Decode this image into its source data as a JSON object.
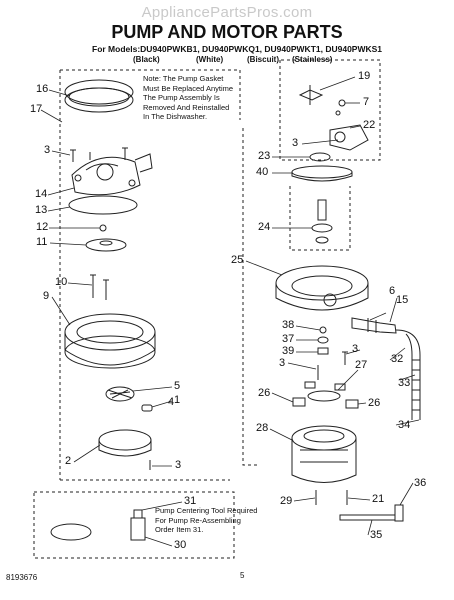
{
  "watermark": "AppliancePartsPros.com",
  "title": "PUMP AND MOTOR PARTS",
  "models": {
    "prefix": "For Models:",
    "list": "DU940PWKB1, DU940PWKQ1, DU940PWKT1, DU940PWKS1",
    "finishes": [
      "(Black)",
      "(White)",
      "(Biscuit)",
      "(Stainless)"
    ]
  },
  "notes": {
    "pump_gasket": "Note: The Pump Gasket\nMust Be Replaced Anytime\nThe Pump Assembly Is\nRemoved And Reinstalled\nIn The Dishwasher.",
    "centering_tool": "Pump Centering Tool Required\nFor Pump Re-Assembling\nOrder Item 31."
  },
  "callouts": {
    "c16": "16",
    "c17": "17",
    "c3a": "3",
    "c14": "14",
    "c13": "13",
    "c12": "12",
    "c11": "11",
    "c10": "10",
    "c9": "9",
    "c5": "5",
    "c1": "1",
    "c4": "4",
    "c2": "2",
    "c3b": "3",
    "c31": "31",
    "c30": "30",
    "c19": "19",
    "c7": "7",
    "c22": "22",
    "c3c": "3",
    "c23": "23",
    "c40": "40",
    "c24": "24",
    "c25": "25",
    "c6": "6",
    "c15": "15",
    "c38": "38",
    "c37": "37",
    "c39": "39",
    "c3d": "3",
    "c27": "27",
    "c32": "32",
    "c3e": "3",
    "c33": "33",
    "c26a": "26",
    "c26b": "26",
    "c28": "28",
    "c34": "34",
    "c29": "29",
    "c21": "21",
    "c36": "36",
    "c35": "35"
  },
  "footer": {
    "doc_number": "8193676",
    "page_number": "5"
  }
}
